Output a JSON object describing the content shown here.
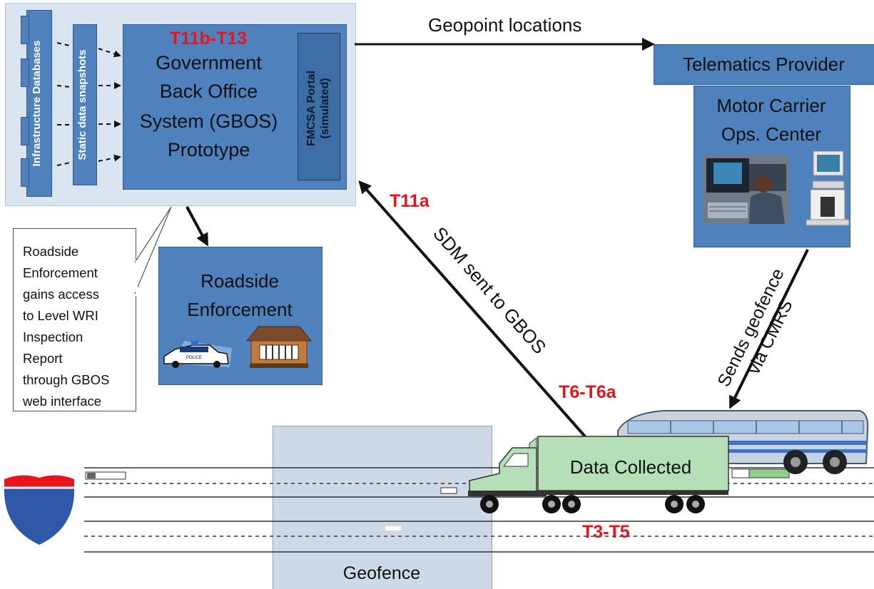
{
  "gbos": {
    "tag": "T11b-T13",
    "line1": "Government",
    "line2": "Back Office",
    "line3": "System (GBOS)",
    "line4": "Prototype",
    "infra_label": "Infrastructure Databases",
    "snapshot_label": "Static data snapshots",
    "portal_line1": "FMCSA Portal",
    "portal_line2": "(simulated)"
  },
  "geopoint_label": "Geopoint locations",
  "telematics_label": "Telematics Provider",
  "motor_carrier": {
    "line1": "Motor Carrier",
    "line2": "Ops. Center"
  },
  "callout": {
    "lines": [
      "Roadside",
      "Enforcement",
      "gains access",
      "to Level WRI",
      "Inspection",
      "Report",
      "through GBOS",
      "web interface"
    ]
  },
  "roadside": {
    "line1": "Roadside",
    "line2": "Enforcement",
    "police_text": "POLICE"
  },
  "sdm": {
    "tag": "T11a",
    "label": "SDM sent to GBOS"
  },
  "geofence_arrow": {
    "line1": "Sends geofence",
    "line2": "via CMRS"
  },
  "truck": {
    "tag": "T6-T6a",
    "label": "Data Collected"
  },
  "road_tag": "T3-T5",
  "geofence_label": "Geofence",
  "colors": {
    "box_blue": "#4f81bd",
    "panel_light": "#dbe5f1",
    "truck_green": "#b5e0b7",
    "tag_red": "#e8141b",
    "geofence_fill": "#cdd9e6"
  }
}
